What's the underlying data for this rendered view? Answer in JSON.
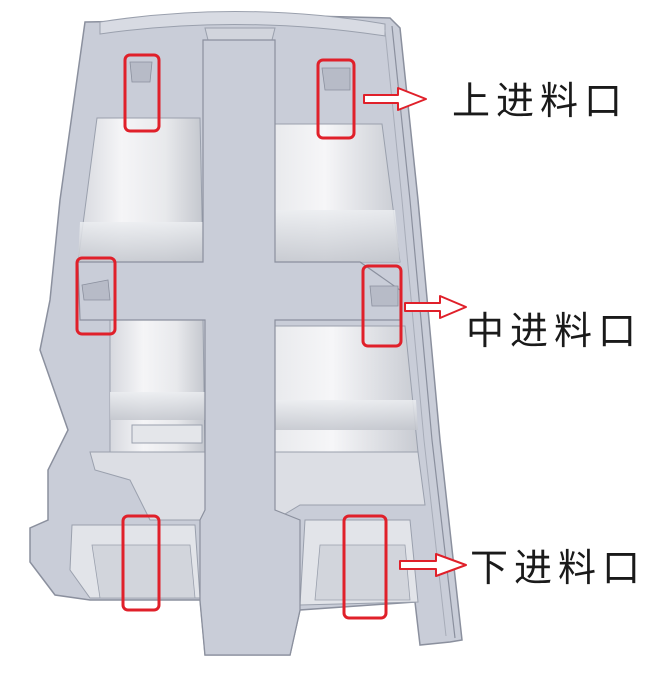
{
  "labels": {
    "upper_inlet": "上进料口",
    "middle_inlet": "中进料口",
    "lower_inlet": "下进料口"
  },
  "colors": {
    "casting": "#c9cdd8",
    "casting_edge": "#8b909e",
    "cavity_light": "#f1f1f3",
    "cavity_mid": "#d9dbe0",
    "cavity_dark": "#b4b7bf",
    "highlight_box": "#e0202a",
    "arrow_fill": "#ffffff",
    "arrow_stroke": "#e0202a"
  }
}
